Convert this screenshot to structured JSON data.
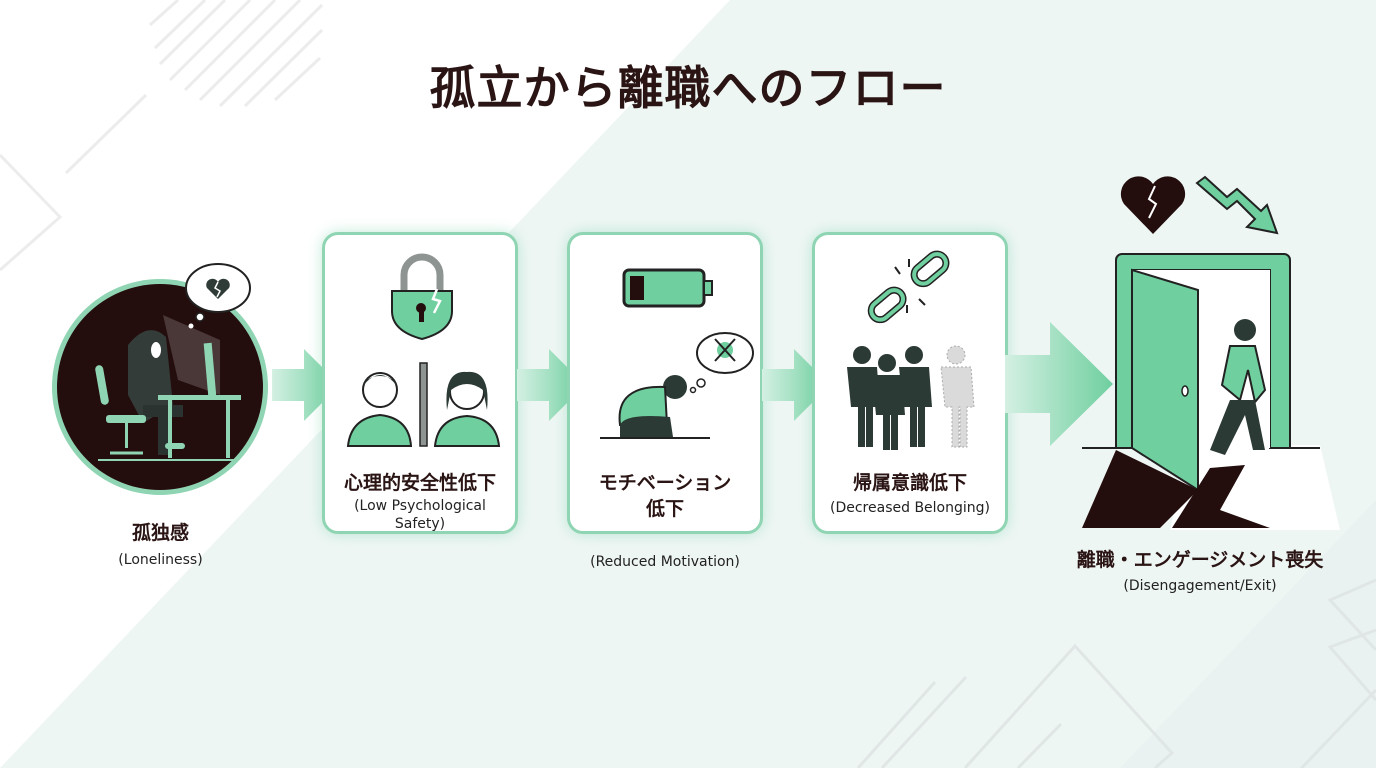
{
  "title": "孤立から離職へのフロー",
  "colors": {
    "accent": "#6fcf9f",
    "accent_light": "#8fd5b3",
    "dark": "#2a1414",
    "figure_dark": "#2c3a35",
    "background_tint": "#eef6f4"
  },
  "stages": [
    {
      "label_jp": "孤独感",
      "label_en": "(Loneliness)",
      "icon": "lonely-person-at-computer-icon"
    },
    {
      "label_jp": "心理的安全性低下",
      "label_en": "(Low Psychological Safety)",
      "label_en_line1": "(Low Psychological",
      "label_en_line2": "Safety)",
      "icon": "broken-padlock-icon"
    },
    {
      "label_jp": "モチベーション低下",
      "label_jp_line1": "モチベーション",
      "label_jp_line2": "低下",
      "label_en": "(Reduced Motivation)",
      "icon": "low-battery-icon"
    },
    {
      "label_jp": "帰属意識低下",
      "label_en": "(Decreased Belonging)",
      "icon": "broken-chain-icon"
    },
    {
      "label_jp": "離職・エンゲージメント喪失",
      "label_en": "(Disengagement/Exit)",
      "icon": "exit-door-icon"
    }
  ]
}
